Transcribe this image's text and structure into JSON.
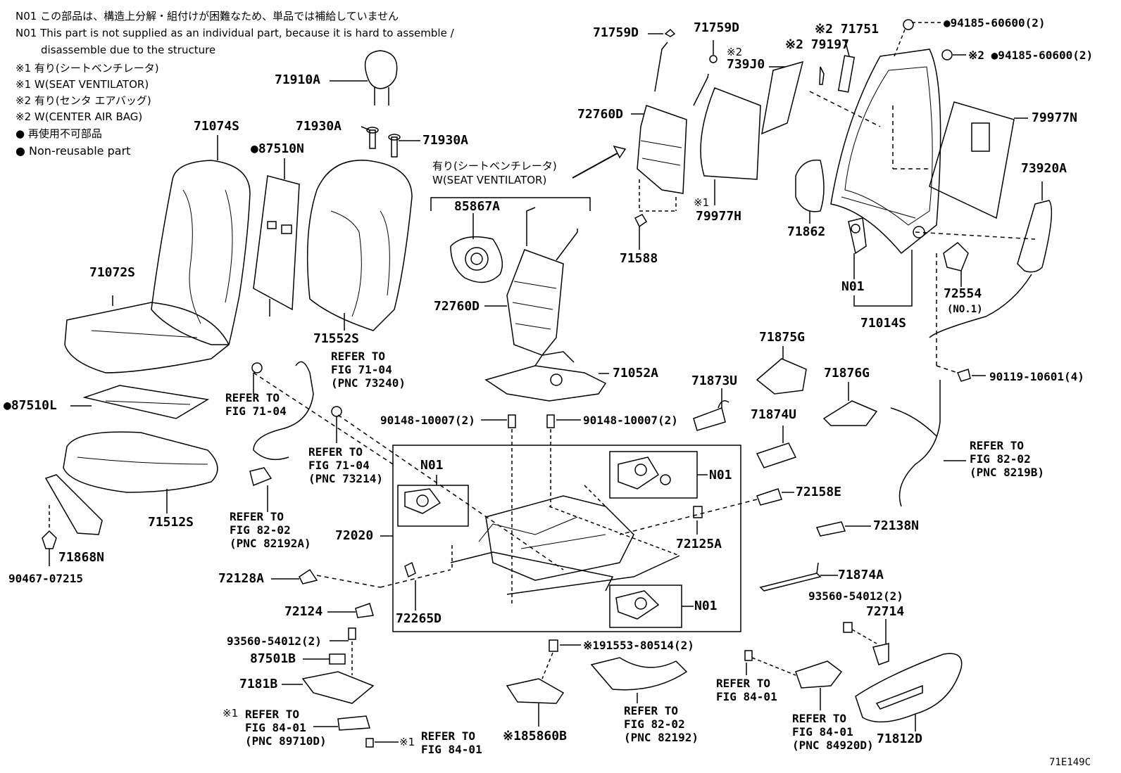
{
  "legend": {
    "n01_ja": "N01 この部品は、構造上分解・組付けが困難なため、単品では補給していません",
    "n01_en_1": "N01 This part is not supplied as an individual part, because it is hard to assemble /",
    "n01_en_2": "disassemble due to the structure",
    "m1_ja": "※1 有り(シートベンチレータ)",
    "m1_en": "※1 W(SEAT VENTILATOR)",
    "m2_ja": "※2 有り(センタ エアバッグ)",
    "m2_en": "※2 W(CENTER AIR BAG)",
    "nonreuse_ja": "● 再使用不可部品",
    "nonreuse_en": "● Non-reusable part"
  },
  "labels": {
    "p71910A": "71910A",
    "p71930A_1": "71930A",
    "p71930A_2": "71930A",
    "p71074S": "71074S",
    "p87510N": "●87510N",
    "p71072S": "71072S",
    "p71552S": "71552S",
    "p85867A": "85867A",
    "p72760D_1": "72760D",
    "p72760D_2": "72760D",
    "p71759D_1": "71759D",
    "p71759D_2": "71759D",
    "p739J0": "739J0",
    "p79197": "※2 79197",
    "p71751": "※2 71751",
    "p79977H": "79977H",
    "p71588": "71588",
    "p94185_1": "●94185-60600(2)",
    "p94185_2": "※2 ●94185-60600(2)",
    "p79977N": "79977N",
    "p73920A": "73920A",
    "p71862": "71862",
    "pN01_frame": "N01",
    "p71014S": "71014S",
    "p72554": "72554",
    "p72554_sub": "(NO.1)",
    "p90119": "90119-10601(4)",
    "p87510L": "●87510L",
    "p71512S": "71512S",
    "p71868N": "71868N",
    "p90467": "90467-07215",
    "p71052A": "71052A",
    "p90148_1": "90148-10007(2)",
    "p90148_2": "90148-10007(2)",
    "p71875G": "71875G",
    "p71873U": "71873U",
    "p71876G": "71876G",
    "p71874U": "71874U",
    "pN01_a": "N01",
    "pN01_b": "N01",
    "pN01_c": "N01",
    "p72020": "72020",
    "p72158E": "72158E",
    "p72125A": "72125A",
    "p72138N": "72138N",
    "p72128A": "72128A",
    "p72265D": "72265D",
    "p72124": "72124",
    "p71874A": "71874A",
    "p93560_r": "93560-54012(2)",
    "p72714": "72714",
    "p93560_l": "93560-54012(2)",
    "p87501B": "87501B",
    "p7181B": "7181B",
    "p191553": "※191553-80514(2)",
    "p71812D": "71812D",
    "p85860B": "※185860B",
    "figcode": "71E149C"
  },
  "sv_callout": {
    "ja": "有り(シートベンチレータ)",
    "en": "W(SEAT VENTILATOR)"
  },
  "marks": {
    "m1": "※1",
    "m2": "※2"
  },
  "refs": {
    "r1": [
      "REFER TO",
      "FIG 71-04",
      "(PNC 73240)"
    ],
    "r2": [
      "REFER TO",
      "FIG 71-04"
    ],
    "r3": [
      "REFER TO",
      "FIG 71-04",
      "(PNC 73214)"
    ],
    "r4": [
      "REFER TO",
      "FIG 82-02",
      "(PNC 82192A)"
    ],
    "r5": [
      "REFER TO",
      "FIG 82-02",
      "(PNC 8219B)"
    ],
    "r6": [
      "REFER TO",
      "FIG 84-01",
      "(PNC 89710D)"
    ],
    "r7": [
      "REFER TO",
      "FIG 84-01"
    ],
    "r8": [
      "REFER TO",
      "FIG 82-02",
      "(PNC 82192)"
    ],
    "r9": [
      "REFER TO",
      "FIG 84-01"
    ],
    "r10": [
      "REFER TO",
      "FIG 84-01",
      "(PNC 84920D)"
    ]
  }
}
